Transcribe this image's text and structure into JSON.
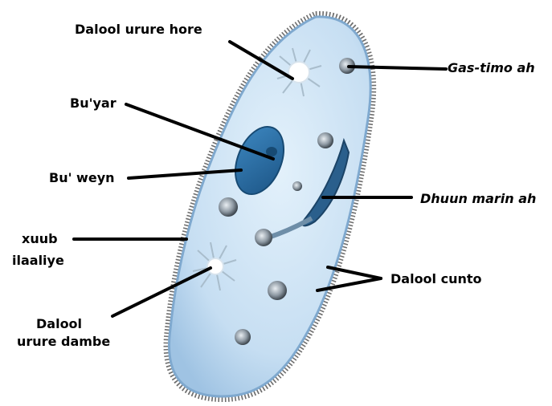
{
  "labels": {
    "contractile_vacuole_front": "Dalool urure hore",
    "food_vacuole": "Gas-timo ah",
    "micronucleus": "Bu'yar",
    "macronucleus": "Bu' weyn",
    "oral_groove": "Dhuun marin ah",
    "pellicle_line1": "xuub",
    "pellicle_line2": "ilaaliye",
    "cilia": "Dalool cunto",
    "contractile_vacuole_back_line1": "Dalool",
    "contractile_vacuole_back_line2": "urure dambe"
  },
  "colors": {
    "body_fill": "#cfe6f7",
    "body_edge": "#8fb9dc",
    "nucleus": "#2f73a8",
    "cilia": "#5a5a5a",
    "leader": "#000000"
  }
}
